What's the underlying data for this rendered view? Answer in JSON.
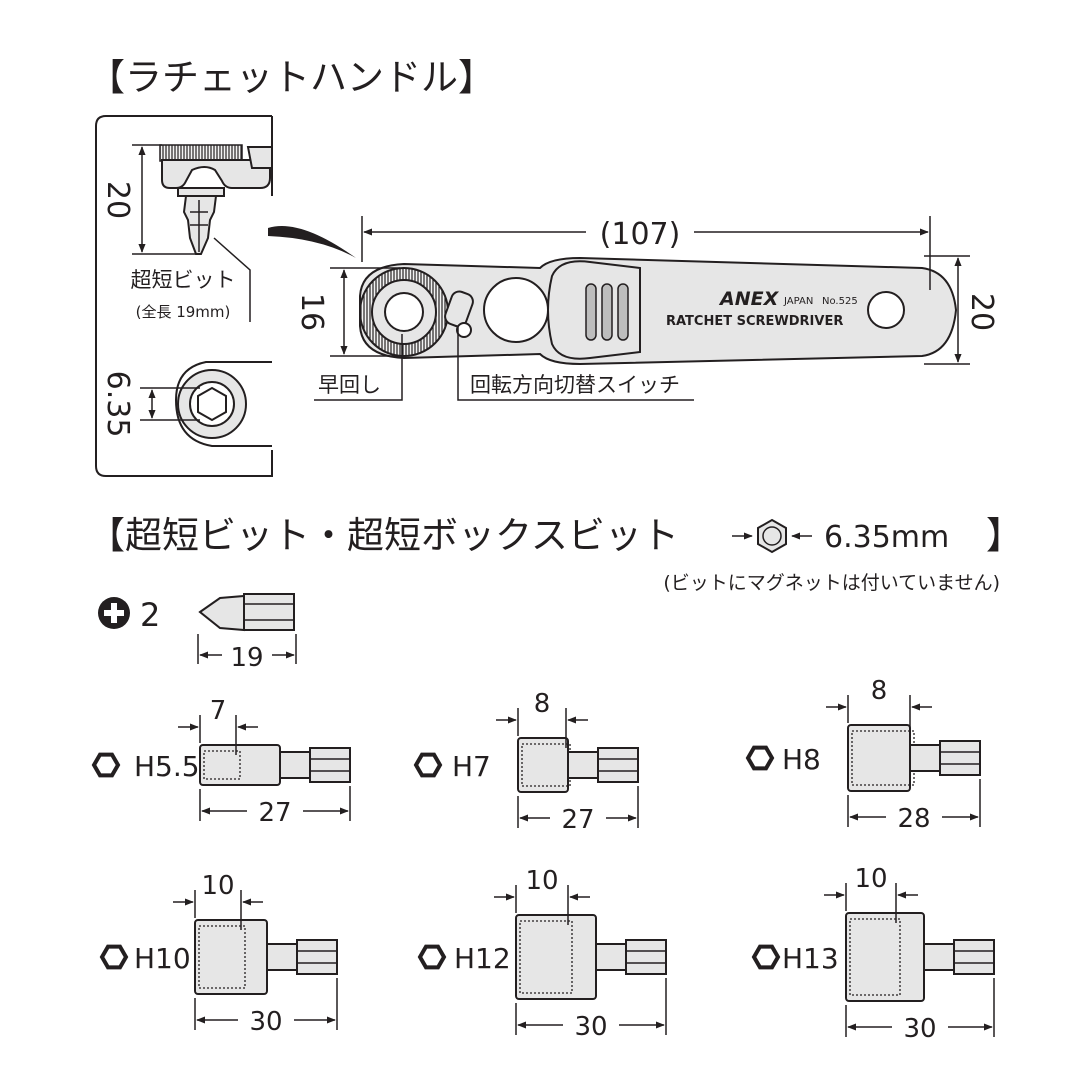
{
  "section1": {
    "title": "【ラチェットハンドル】",
    "dim_107": "(107)",
    "dim_16": "16",
    "dim_20_handle": "20",
    "dim_20_inset": "20",
    "dim_635_inset": "6.35",
    "bit_label": "超短ビット",
    "bit_sublabel": "(全長 19mm)",
    "label_quick": "早回し",
    "label_switch": "回転方向切替スイッチ",
    "handle_brand": "ANEX",
    "handle_origin": "JAPAN",
    "handle_model": "No.525",
    "handle_name": "RATCHET SCREWDRIVER"
  },
  "section2": {
    "title": "【超短ビット・超短ボックスビット",
    "title_end": "】",
    "hex_size": "6.35mm",
    "note": "(ビットにマグネットは付いていません)",
    "phillips": {
      "label": "2",
      "length": "19"
    },
    "box_bits": [
      {
        "label": "H5.5",
        "socket_depth": "7",
        "length": "27"
      },
      {
        "label": "H7",
        "socket_depth": "8",
        "length": "27"
      },
      {
        "label": "H8",
        "socket_depth": "8",
        "length": "28"
      },
      {
        "label": "H10",
        "socket_depth": "10",
        "length": "30"
      },
      {
        "label": "H12",
        "socket_depth": "10",
        "length": "30"
      },
      {
        "label": "H13",
        "socket_depth": "10",
        "length": "30"
      }
    ]
  }
}
